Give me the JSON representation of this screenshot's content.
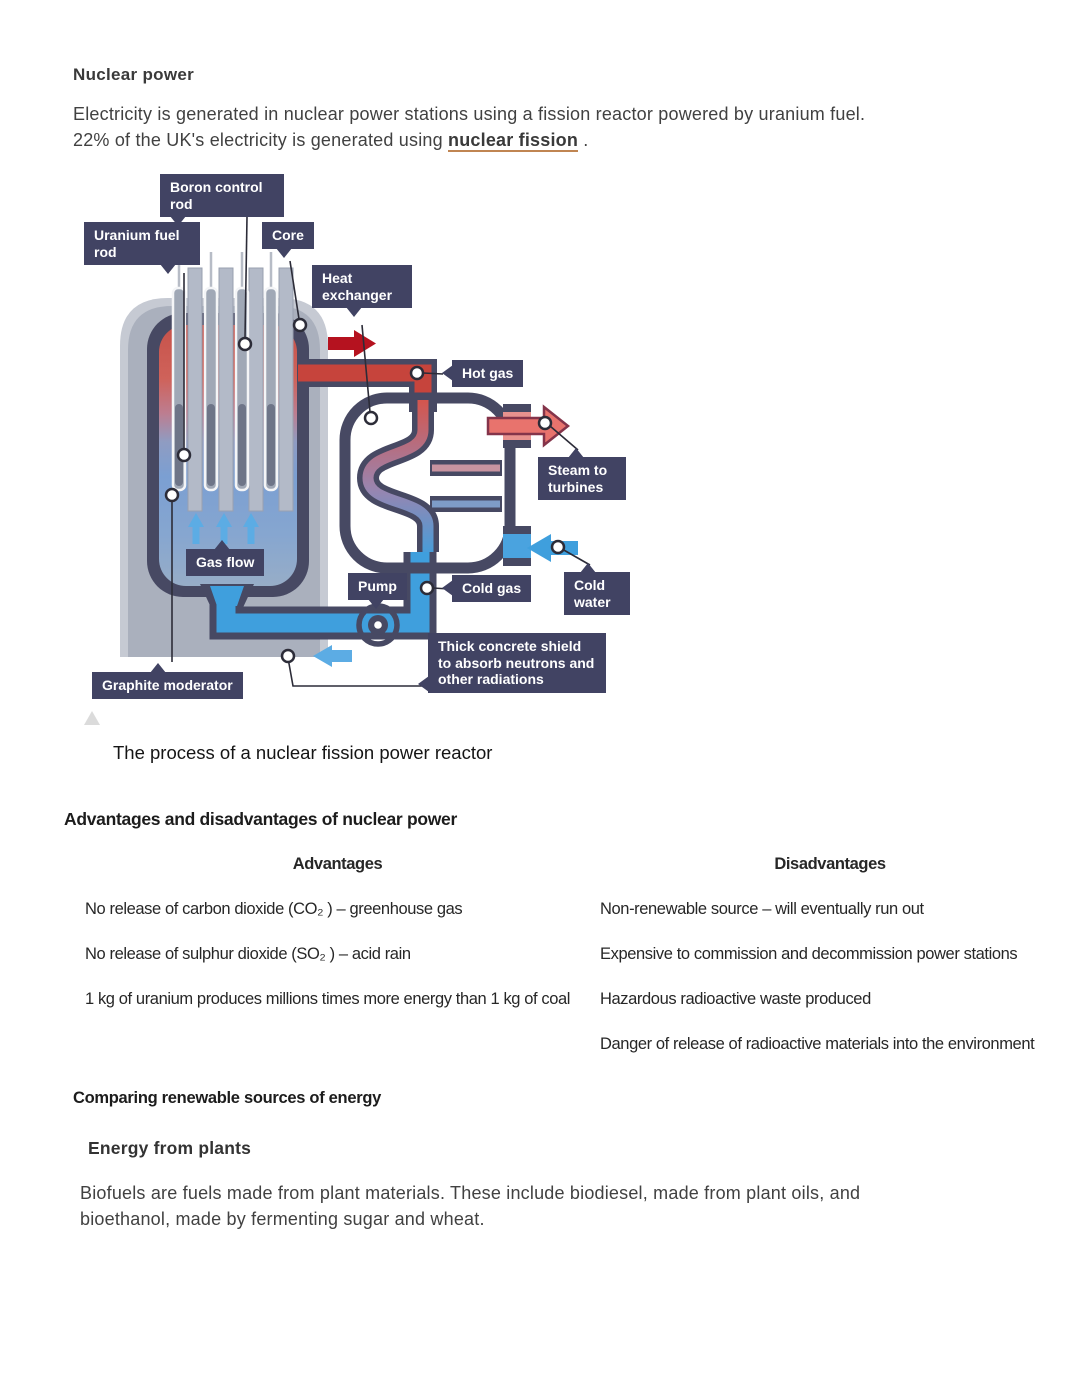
{
  "colors": {
    "label_bg": "#414363",
    "slate": "#474963",
    "concrete": "#aab0bd",
    "concrete_light": "#c6cad3",
    "hot_red": "#c6443c",
    "dark_red": "#b5121f",
    "steam_pink": "#e8736d",
    "cool_blue": "#3f9fdd",
    "light_blue": "#5cace4",
    "link_underline": "#c08552"
  },
  "intro": {
    "heading": "Nuclear power",
    "body_start": "Electricity is generated in nuclear power stations using a fission reactor powered by uranium fuel. 22% of the UK's electricity is generated using ",
    "link": "nuclear fission",
    "body_end": " ."
  },
  "diagram": {
    "caption": "The process of a nuclear fission power reactor",
    "labels": {
      "boron": "Boron control rod",
      "uranium": "Uranium fuel rod",
      "core": "Core",
      "heat_exchanger": "Heat exchanger",
      "hot_gas": "Hot gas",
      "steam": "Steam to turbines",
      "gas_flow": "Gas flow",
      "pump": "Pump",
      "cold_gas": "Cold gas",
      "cold_water": "Cold water",
      "shield": "Thick concrete shield to absorb neutrons and other radiations",
      "graphite": "Graphite moderator"
    }
  },
  "comparison": {
    "heading": "Advantages and disadvantages of nuclear power",
    "advantages": {
      "header": "Advantages",
      "rows": [
        "No release of carbon dioxide (CO₂ ) – greenhouse gas",
        "No release of sulphur dioxide (SO₂ ) – acid rain",
        "1 kg of uranium produces millions times more energy than 1 kg of coal"
      ]
    },
    "disadvantages": {
      "header": "Disadvantages",
      "rows": [
        "Non-renewable source – will eventually run out",
        "Expensive to commission and decommission power stations",
        "Hazardous radioactive waste produced",
        "Danger of release of radioactive materials into the environment"
      ]
    }
  },
  "renewables": {
    "heading": "Comparing renewable sources of energy",
    "subheading": "Energy from plants",
    "body": "Biofuels are fuels made from plant materials. These include biodiesel, made from plant oils, and bioethanol, made by fermenting sugar and wheat."
  }
}
